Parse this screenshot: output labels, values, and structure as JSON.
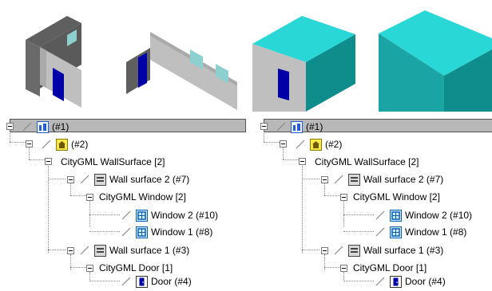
{
  "tree": {
    "nodes": [
      {
        "label": "(#1)",
        "icon": "city-model-icon"
      },
      {
        "label": "(#2)",
        "icon": "building-icon"
      },
      {
        "label": "CityGML WallSurface [2]"
      },
      {
        "label": "Wall surface 2 (#7)",
        "icon": "wall-surface-icon"
      },
      {
        "label": "CityGML Window [2]"
      },
      {
        "label": "Window 2 (#10)",
        "icon": "window-icon"
      },
      {
        "label": "Window 1 (#8)",
        "icon": "window-icon"
      },
      {
        "label": "Wall surface 1 (#3)",
        "icon": "wall-surface-icon"
      },
      {
        "label": "CityGML Door [1]"
      },
      {
        "label": "Door (#4)",
        "icon": "door-icon"
      }
    ]
  },
  "colors": {
    "wall_face": "#bfbfbf",
    "wall_side": "#5f5f5f",
    "door": "#0000a8",
    "window": "#8ed0cf",
    "box_top": "#2ad7d7",
    "box_left": "#1aa4a4",
    "box_right": "#0f8c8c",
    "selection": "#b8b8b8"
  }
}
